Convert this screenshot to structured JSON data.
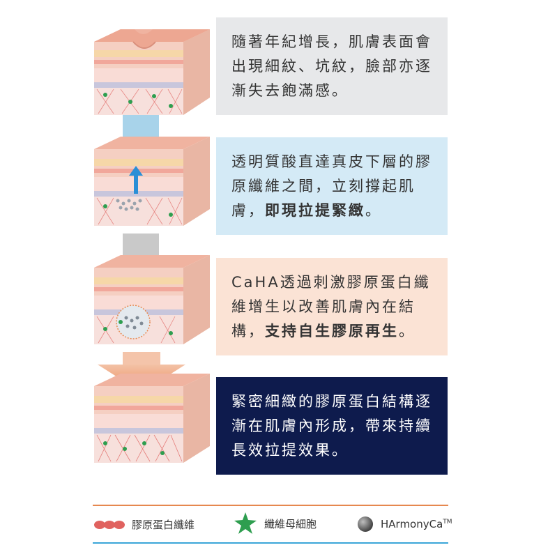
{
  "steps": [
    {
      "id": "aging",
      "text": "隨著年紀增長，肌膚表面會出現細紋、坑紋，臉部亦逐漸失去飽滿感。",
      "bold": "",
      "box_color": "#e7e8ea",
      "text_color": "#333333"
    },
    {
      "id": "hyaluronic",
      "text": "透明質酸直達真皮下層的膠原纖維之間，立刻撐起肌膚，",
      "bold": "即現拉提緊緻",
      "tail": "。",
      "box_color": "#d4eaf6",
      "text_color": "#333333"
    },
    {
      "id": "caha",
      "text": "CaHA透過刺激膠原蛋白纖維增生以改善肌膚內在結構，",
      "bold": "支持自生膠原再生",
      "tail": "。",
      "box_color": "#fbe3d5",
      "text_color": "#333333"
    },
    {
      "id": "result",
      "text": "緊密細緻的膠原蛋白結構逐漸在肌膚內形成，帶來持續長效拉提效果。",
      "bold": "",
      "box_color": "#0e1b4d",
      "text_color": "#ffffff"
    }
  ],
  "legend": {
    "collagen": "膠原蛋白纖維",
    "fibroblast": "纖維母細胞",
    "harmonyca": "HArmonyCa",
    "harmonyca_tm": "TM"
  },
  "colors": {
    "skin_top": "#f2b9a4",
    "skin_front": "#f5c8bb",
    "fat_layer": "#f7d9a8",
    "collagen": "#e0625f",
    "fibroblast": "#2e9e4f",
    "orange_line": "#e6884f",
    "blue_line": "#3aa6d8",
    "arrow_blue": "#2a8fd6"
  }
}
